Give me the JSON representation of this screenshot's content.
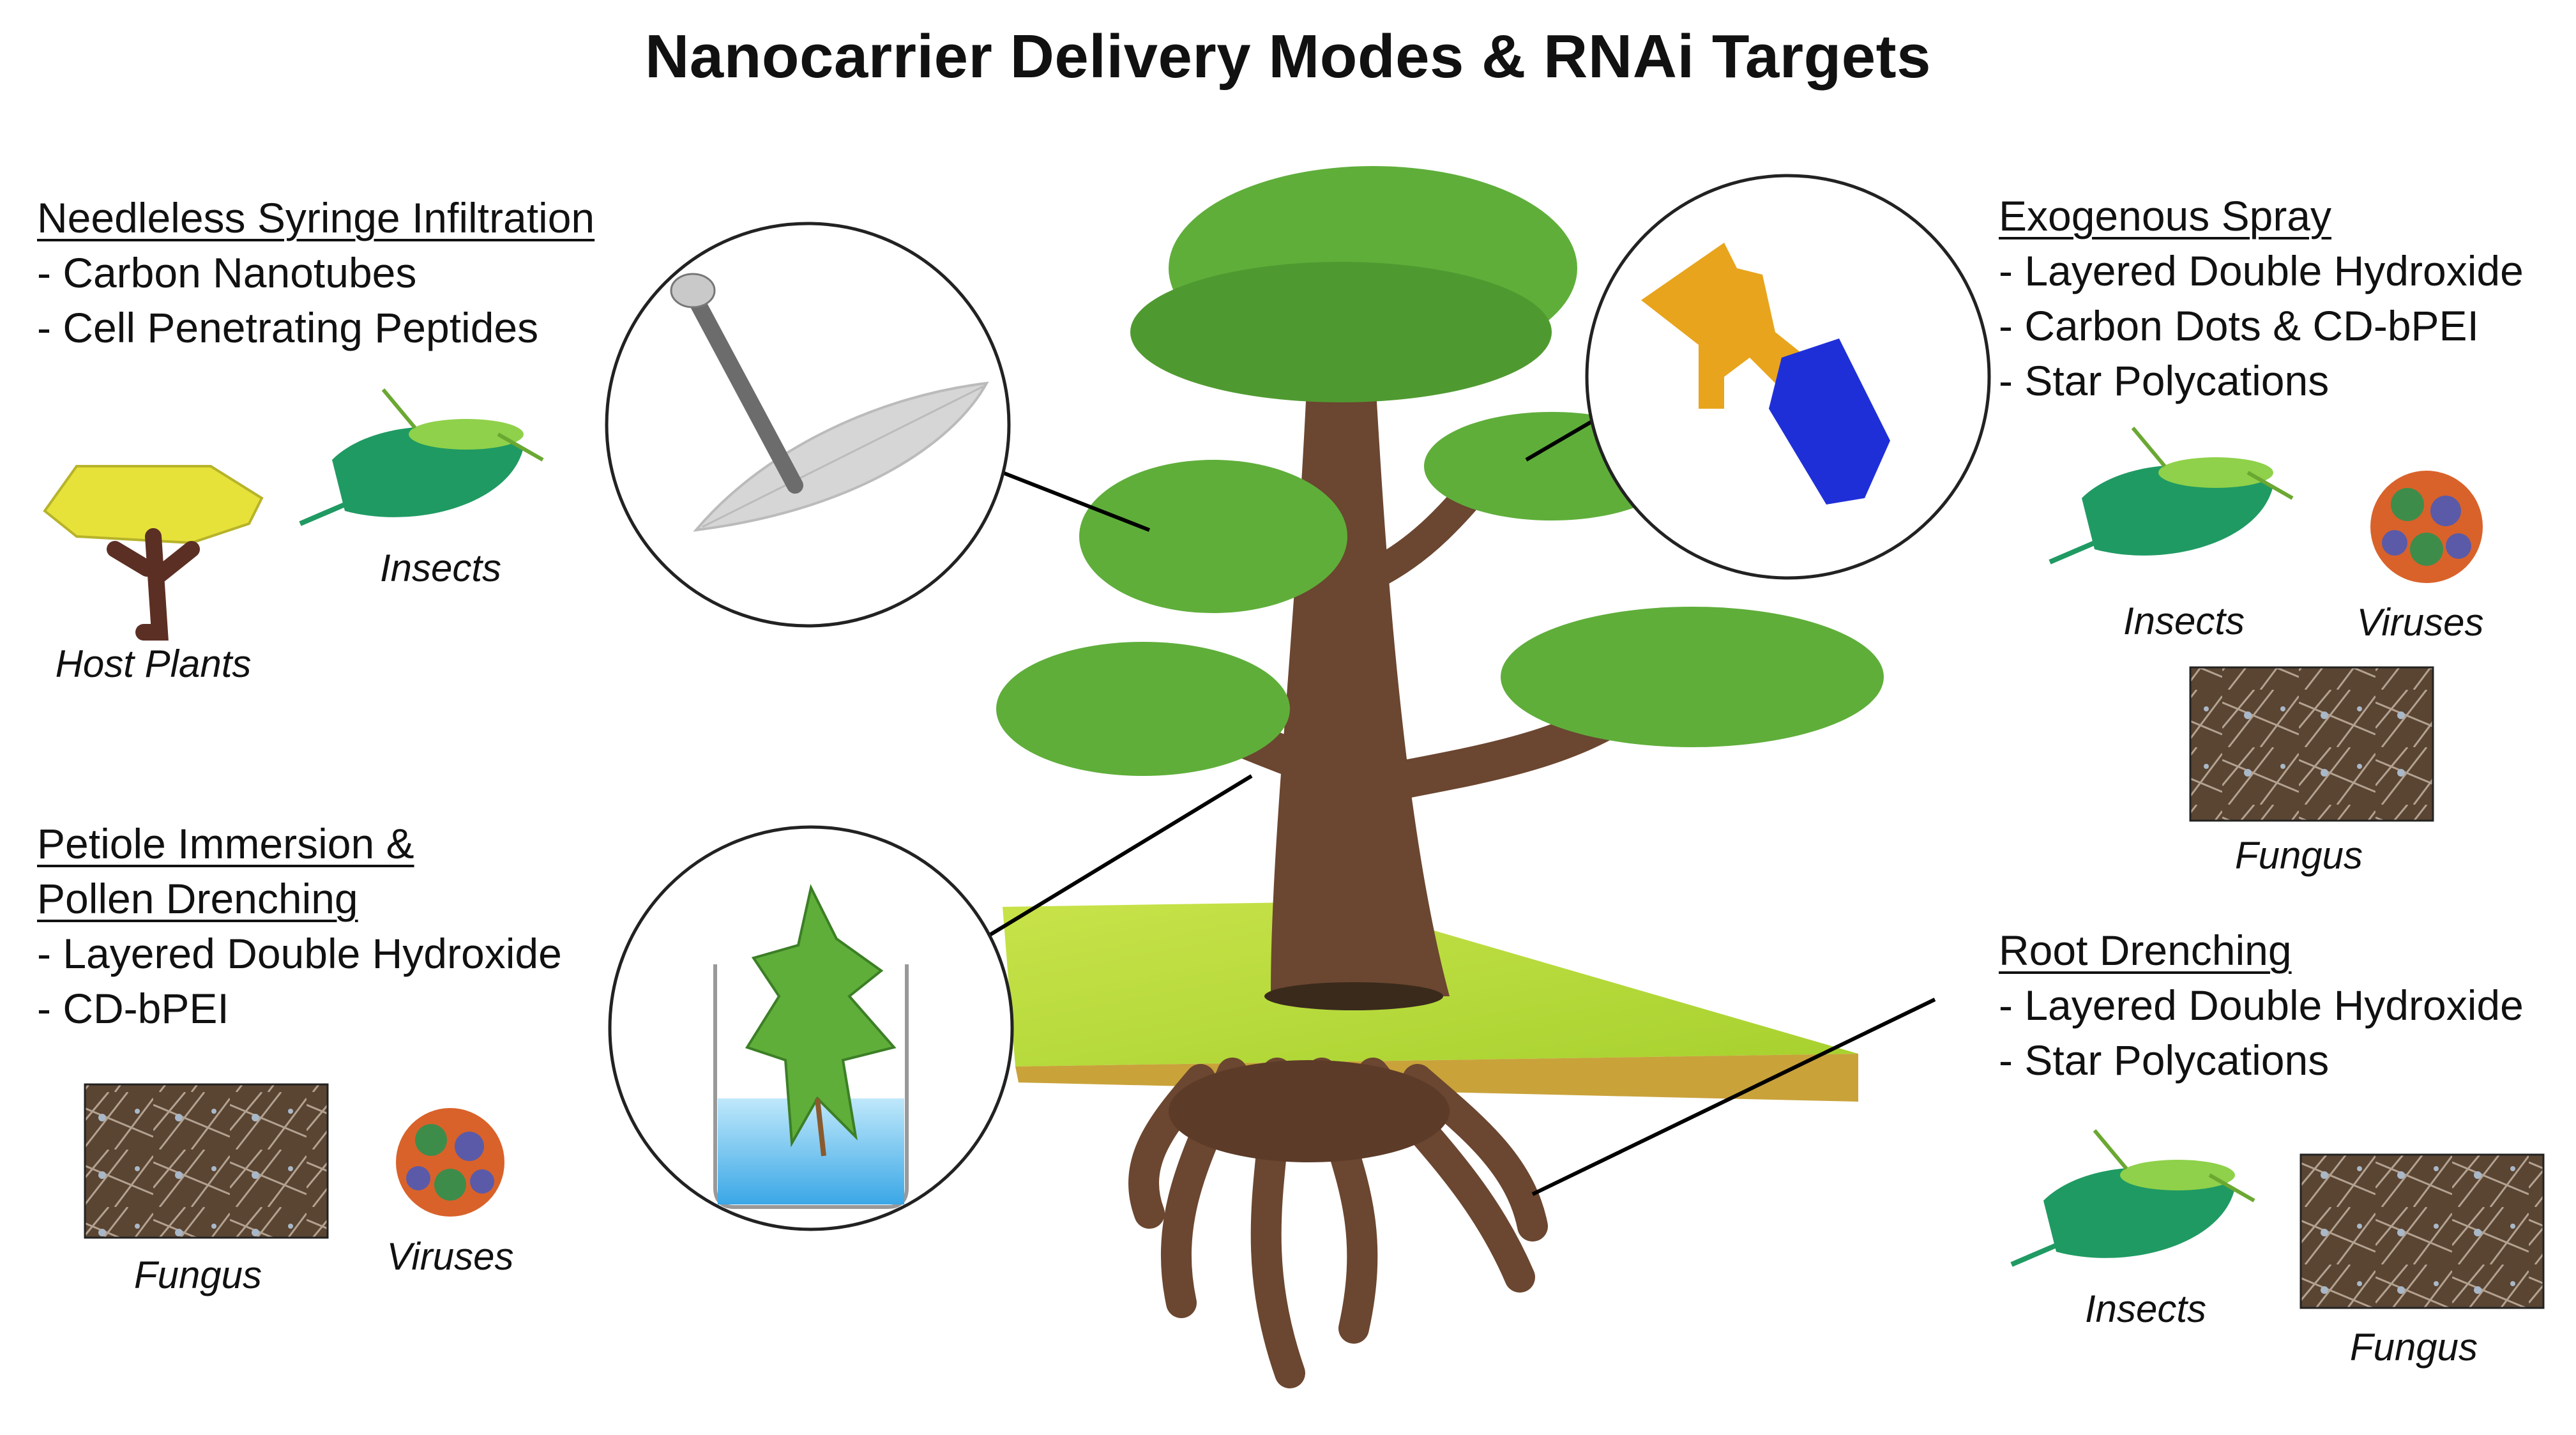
{
  "title": "Nanocarrier Delivery Modes & RNAi Targets",
  "modes": {
    "syringe": {
      "heading": "Needleless Syringe Infiltration",
      "items": [
        "- Carbon Nanotubes",
        "- Cell Penetrating Peptides"
      ],
      "targets": [
        "Host Plants",
        "Insects"
      ]
    },
    "spray": {
      "heading": "Exogenous Spray",
      "items": [
        "- Layered Double Hydroxide",
        "- Carbon Dots & CD-bPEI",
        "- Star Polycations"
      ],
      "targets": [
        "Insects",
        "Viruses",
        "Fungus"
      ]
    },
    "petiole": {
      "heading_line1": "Petiole Immersion &",
      "heading_line2": "Pollen Drenching",
      "items": [
        "- Layered Double Hydroxide",
        "- CD-bPEI"
      ],
      "targets": [
        "Fungus",
        "Viruses"
      ]
    },
    "root": {
      "heading": "Root Drenching",
      "items": [
        "- Layered Double Hydroxide",
        "- Star Polycations"
      ],
      "targets": [
        "Insects",
        "Fungus"
      ]
    }
  },
  "colors": {
    "leaf_green": "#5fae3a",
    "monstera_green": "#1f9a63",
    "trunk_brown": "#6b4630",
    "ground": "#b9dc3a",
    "spray_yellow": "#e8a41c",
    "spray_blue": "#1f2fd8",
    "water_blue": "#8fd3f5",
    "virus_orange": "#d9622a",
    "virus_green": "#3e8c4a",
    "virus_purple": "#5a5aa8",
    "fungus_bg": "#5a4432"
  },
  "icons": [
    "leaf-syringe-icon",
    "spray-bottle-icon",
    "beaker-leaf-icon",
    "tree-illustration",
    "grasshopper-leaf-icon",
    "virus-icon",
    "fungus-image",
    "host-plant-icon"
  ]
}
